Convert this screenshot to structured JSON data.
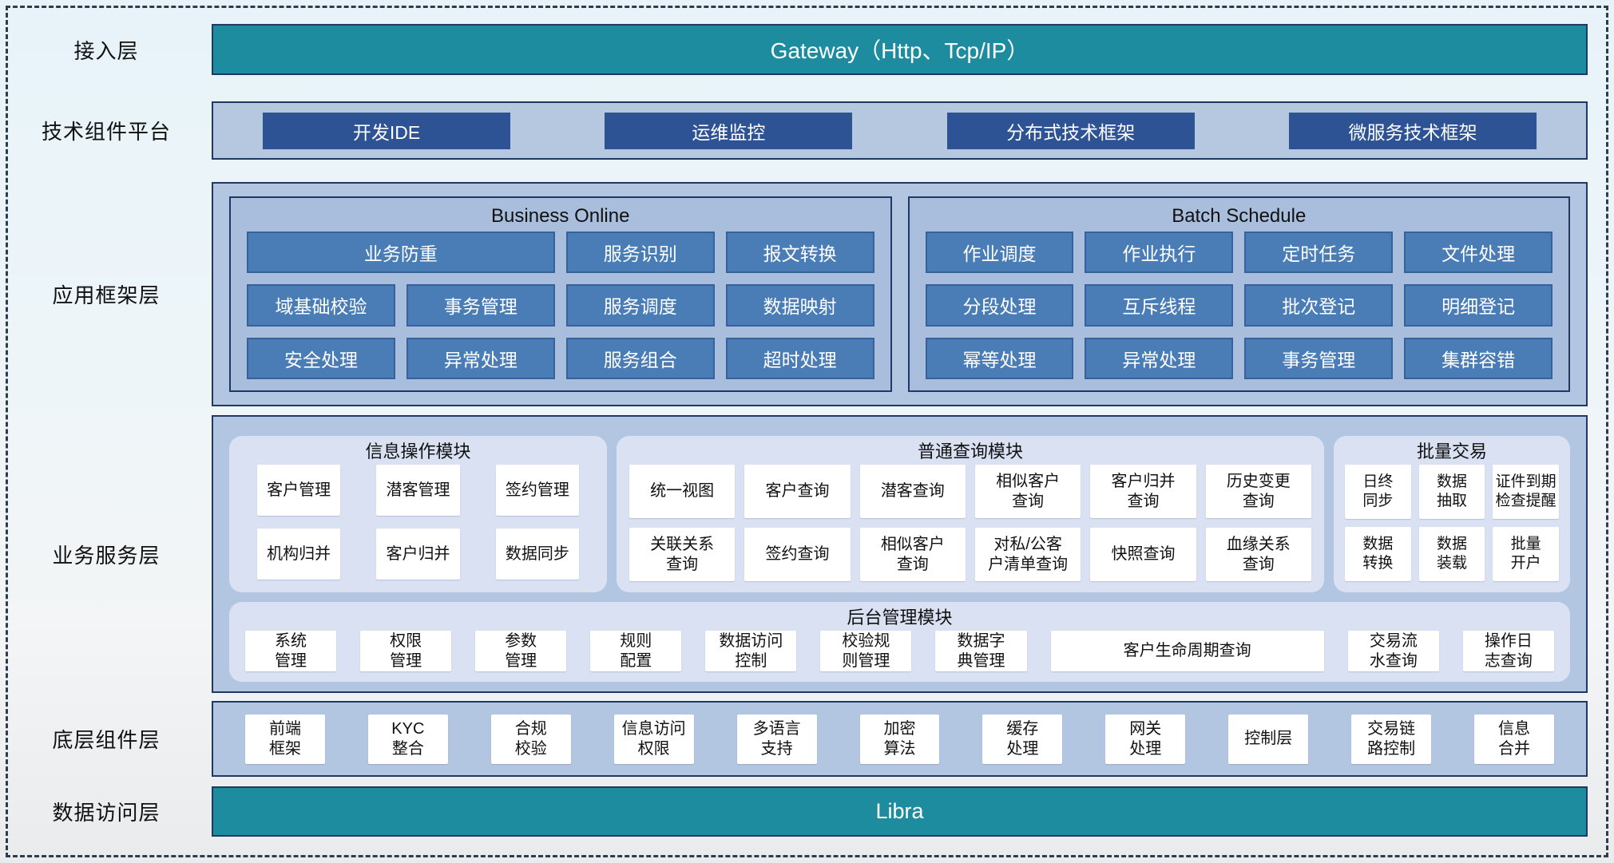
{
  "colors": {
    "teal": "#1e8c9f",
    "dark_navy_border": "#1f3864",
    "dark_blue_button": "#2e5394",
    "steel_blue_button": "#4a7cb5",
    "panel_light_blue": "#b3c6e1",
    "module_light": "#d9e1f3"
  },
  "layers": {
    "access": {
      "label": "接入层",
      "gateway": "Gateway（Http、Tcp/IP）"
    },
    "tech_platform": {
      "label": "技术组件平台",
      "items": [
        "开发IDE",
        "运维监控",
        "分布式技术框架",
        "微服务技术框架"
      ]
    },
    "app_framework": {
      "label": "应用框架层",
      "business_online": {
        "title": "Business Online",
        "rows": [
          [
            "业务防重",
            "服务识别",
            "报文转换"
          ],
          [
            "域基础校验",
            "事务管理",
            "服务调度",
            "数据映射"
          ],
          [
            "安全处理",
            "异常处理",
            "服务组合",
            "超时处理"
          ]
        ]
      },
      "batch_schedule": {
        "title": "Batch Schedule",
        "rows": [
          [
            "作业调度",
            "作业执行",
            "定时任务",
            "文件处理"
          ],
          [
            "分段处理",
            "互斥线程",
            "批次登记",
            "明细登记"
          ],
          [
            "幂等处理",
            "异常处理",
            "事务管理",
            "集群容错"
          ]
        ]
      }
    },
    "business_service": {
      "label": "业务服务层",
      "info_module": {
        "title": "信息操作模块",
        "rows": [
          [
            "客户管理",
            "潜客管理",
            "签约管理"
          ],
          [
            "机构归并",
            "客户归并",
            "数据同步"
          ]
        ]
      },
      "query_module": {
        "title": "普通查询模块",
        "rows": [
          [
            "统一视图",
            "客户查询",
            "潜客查询",
            "相似客户\n查询",
            "客户归并\n查询",
            "历史变更\n查询"
          ],
          [
            "关联关系\n查询",
            "签约查询",
            "相似客户\n查询",
            "对私/公客\n户清单查询",
            "快照查询",
            "血缘关系\n查询"
          ]
        ]
      },
      "batch_module": {
        "title": "批量交易",
        "rows": [
          [
            "日终\n同步",
            "数据\n抽取",
            "证件到期\n检查提醒"
          ],
          [
            "数据\n转换",
            "数据\n装载",
            "批量\n开户"
          ]
        ]
      },
      "admin_module": {
        "title": "后台管理模块",
        "items": [
          "系统\n管理",
          "权限\n管理",
          "参数\n管理",
          "规则\n配置",
          "数据访问\n控制",
          "校验规\n则管理",
          "数据字\n典管理",
          "客户生命周期查询",
          "交易流\n水查询",
          "操作日\n志查询"
        ]
      }
    },
    "base_components": {
      "label": "底层组件层",
      "items": [
        "前端\n框架",
        "KYC\n整合",
        "合规\n校验",
        "信息访问\n权限",
        "多语言\n支持",
        "加密\n算法",
        "缓存\n处理",
        "网关\n处理",
        "控制层",
        "交易链\n路控制",
        "信息\n合并"
      ]
    },
    "data_access": {
      "label": "数据访问层",
      "platform": "Libra"
    }
  }
}
